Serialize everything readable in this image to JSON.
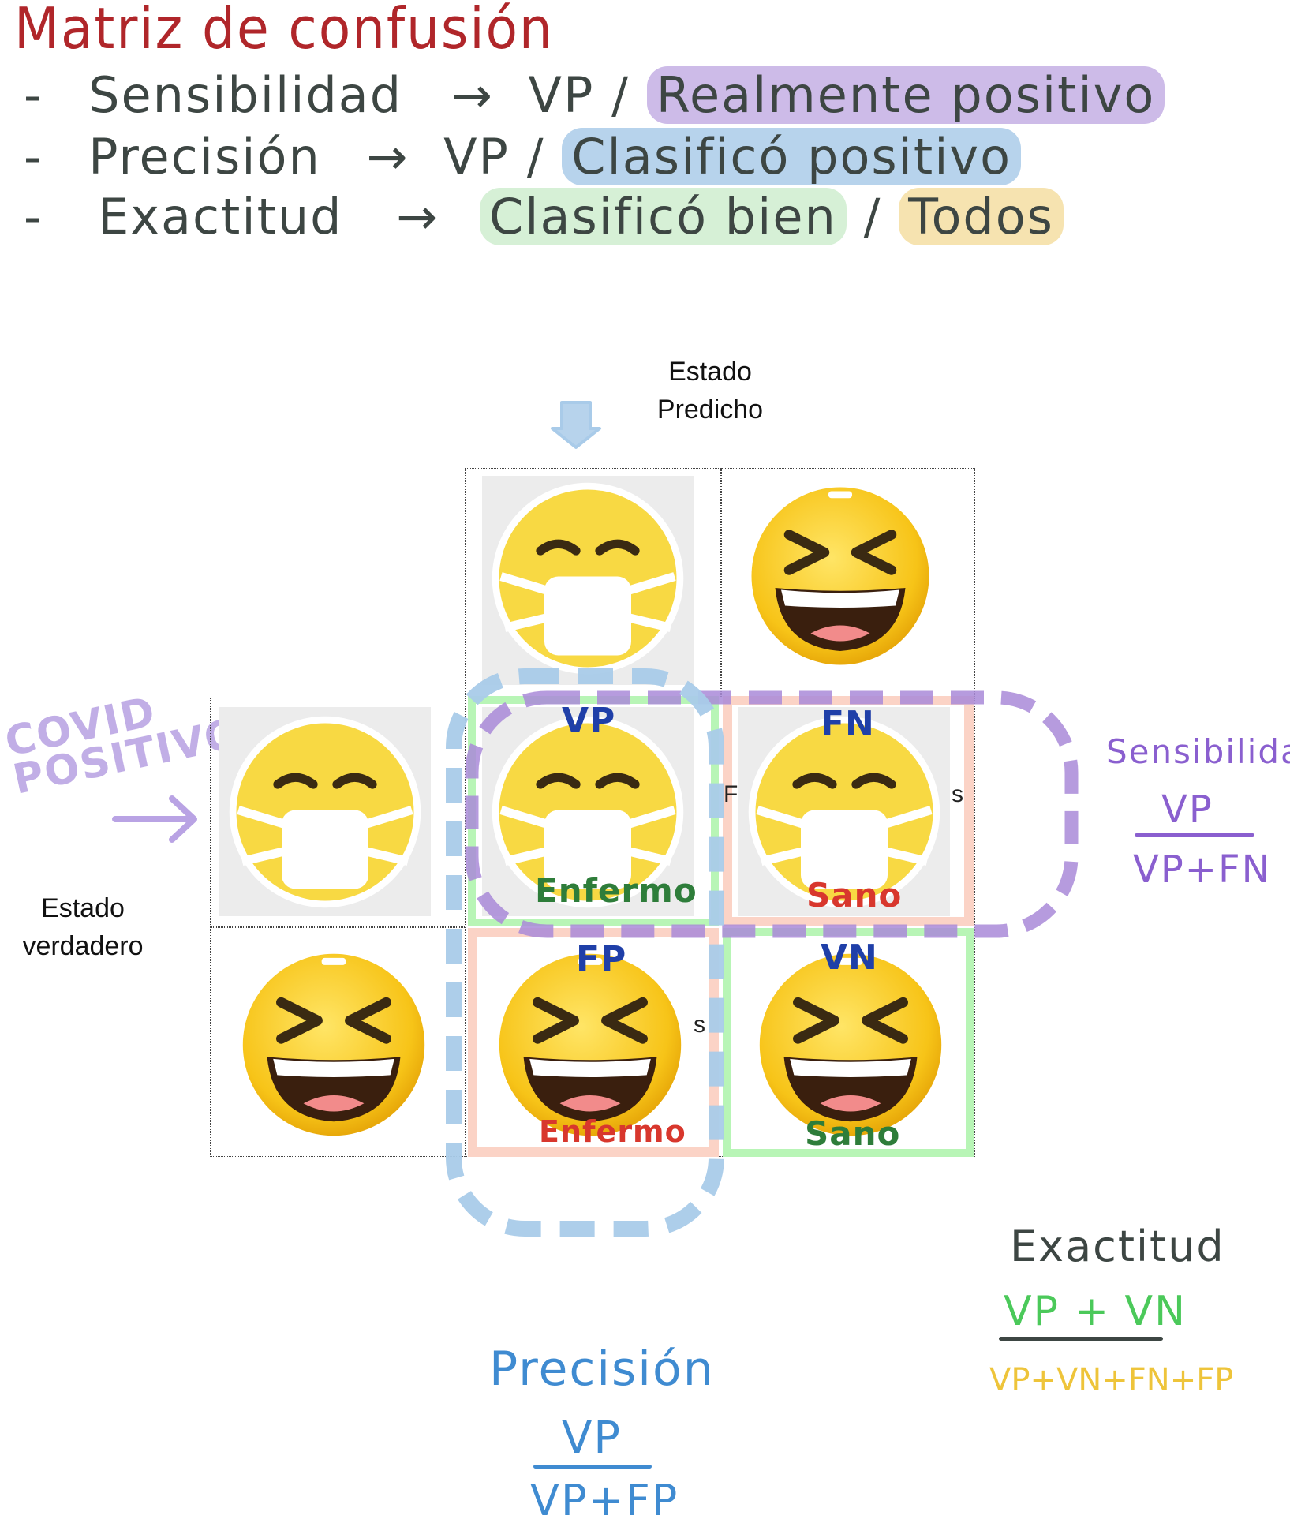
{
  "title": "Matriz de confusión",
  "definitions": [
    {
      "dash": "-",
      "term": "Sensibilidad",
      "arrow": "→",
      "numerator": "VP",
      "slash": "/",
      "denominator": "Realmente positivo",
      "hl": "purple"
    },
    {
      "dash": "-",
      "term": "Precisión",
      "arrow": "→",
      "numerator": "VP",
      "slash": "/",
      "denominator": "Clasificó positivo",
      "hl": "blue"
    },
    {
      "dash": "-",
      "term": "Exactitud",
      "arrow": "→",
      "numerator": "Clasificó bien",
      "slash": "/",
      "denominator": "Todos",
      "hl": "green"
    }
  ],
  "axis": {
    "predicted": "Estado\nPredicho",
    "true": "Estado\nverdadero"
  },
  "covid_note": "COVID POSITIVO",
  "cells": {
    "vp": {
      "tag": "VP",
      "state": "Enfermo"
    },
    "fn": {
      "tag": "FN",
      "state": "Sano"
    },
    "fp": {
      "tag": "FP",
      "state": "Enfermo"
    },
    "vn": {
      "tag": "VN",
      "state": "Sano"
    }
  },
  "partial_text": {
    "f": "F",
    "s1": "s",
    "s2": "s"
  },
  "formulas": {
    "sensibilidad": {
      "name": "Sensibilidad",
      "num": "VP",
      "den": "VP+FN"
    },
    "precision": {
      "name": "Precisión",
      "num": "VP",
      "den": "VP+FP"
    },
    "exactitud": {
      "name": "Exactitud",
      "num": "VP + VN",
      "den": "VP+VN+FN+FP"
    }
  },
  "colors": {
    "title": "#b0262a",
    "ink": "#3d4643",
    "purple": "#a98ad8",
    "blue": "#a9cbe9",
    "green_box": "#9cf09a",
    "red_box": "#f8c6b6",
    "tag_blue": "#1f3fa8",
    "text_green": "#2e7d3a",
    "text_red": "#d8372d"
  }
}
